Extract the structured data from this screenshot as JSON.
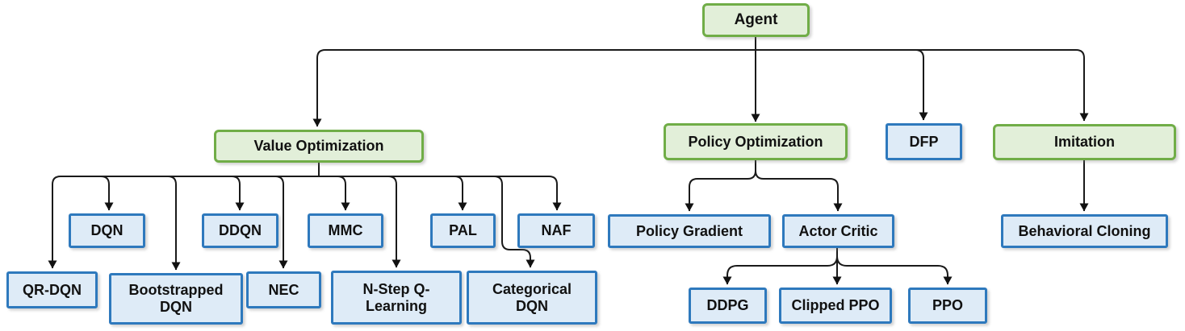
{
  "colors": {
    "category_fill": "#e2efd9",
    "category_border": "#70ad47",
    "algorithm_fill": "#deebf7",
    "algorithm_border": "#2e79bd",
    "connector": "#1a1a1a"
  },
  "nodes": {
    "agent": {
      "label": "Agent",
      "type": "category"
    },
    "value_optimization": {
      "label": "Value Optimization",
      "type": "category"
    },
    "policy_optimization": {
      "label": "Policy Optimization",
      "type": "category"
    },
    "dfp": {
      "label": "DFP",
      "type": "algorithm"
    },
    "imitation": {
      "label": "Imitation",
      "type": "category"
    },
    "dqn": {
      "label": "DQN",
      "type": "algorithm"
    },
    "ddqn": {
      "label": "DDQN",
      "type": "algorithm"
    },
    "mmc": {
      "label": "MMC",
      "type": "algorithm"
    },
    "pal": {
      "label": "PAL",
      "type": "algorithm"
    },
    "naf": {
      "label": "NAF",
      "type": "algorithm"
    },
    "qr_dqn": {
      "label": "QR-DQN",
      "type": "algorithm"
    },
    "bootstrapped_dqn": {
      "label": "Bootstrapped DQN",
      "type": "algorithm"
    },
    "nec": {
      "label": "NEC",
      "type": "algorithm"
    },
    "n_step_q_learning": {
      "label": "N-Step Q-Learning",
      "type": "algorithm"
    },
    "categorical_dqn": {
      "label": "Categorical DQN",
      "type": "algorithm"
    },
    "policy_gradient": {
      "label": "Policy Gradient",
      "type": "algorithm"
    },
    "actor_critic": {
      "label": "Actor Critic",
      "type": "algorithm"
    },
    "ddpg": {
      "label": "DDPG",
      "type": "algorithm"
    },
    "clipped_ppo": {
      "label": "Clipped PPO",
      "type": "algorithm"
    },
    "ppo": {
      "label": "PPO",
      "type": "algorithm"
    },
    "behavioral_cloning": {
      "label": "Behavioral Cloning",
      "type": "algorithm"
    }
  },
  "hierarchy": {
    "Agent": [
      "Value Optimization",
      "Policy Optimization",
      "DFP",
      "Imitation"
    ],
    "Value Optimization": [
      "DQN",
      "DDQN",
      "MMC",
      "PAL",
      "NAF",
      "QR-DQN",
      "Bootstrapped DQN",
      "NEC",
      "N-Step Q-Learning",
      "Categorical DQN"
    ],
    "Policy Optimization": [
      "Policy Gradient",
      "Actor Critic"
    ],
    "Actor Critic": [
      "DDPG",
      "Clipped PPO",
      "PPO"
    ],
    "Imitation": [
      "Behavioral Cloning"
    ]
  }
}
